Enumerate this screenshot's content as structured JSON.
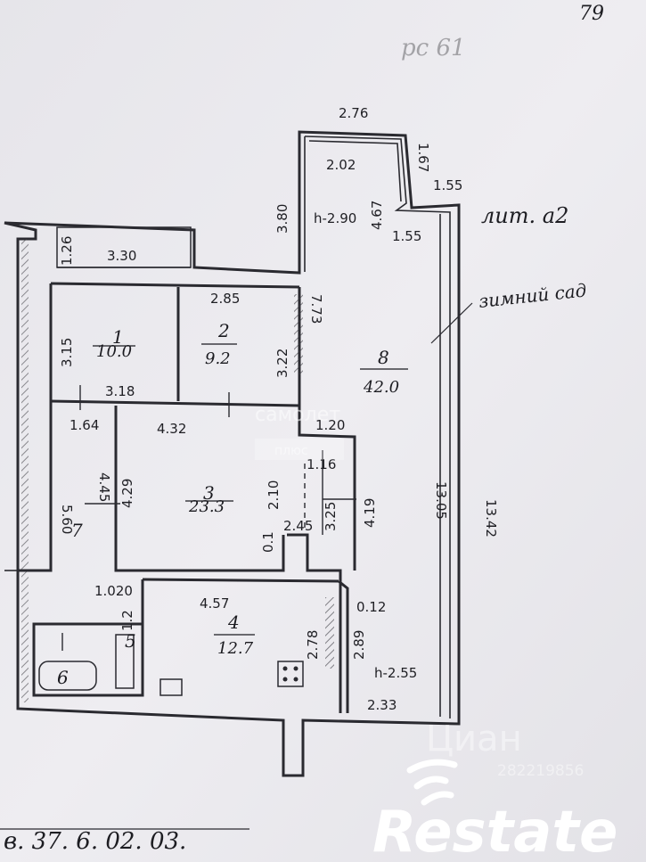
{
  "corner_note": "79",
  "top_note": "pc 61",
  "building_label": "лит. а2",
  "garden_label": "зимний сад",
  "rooms": [
    {
      "number": "1",
      "area": "10.0"
    },
    {
      "number": "2",
      "area": "9.2"
    },
    {
      "number": "3",
      "area": "23.3"
    },
    {
      "number": "4",
      "area": "12.7"
    },
    {
      "number": "5",
      "area": ""
    },
    {
      "number": "6",
      "area": ""
    },
    {
      "number": "7",
      "area": ""
    },
    {
      "number": "8",
      "area": "42.0"
    }
  ],
  "dimensions": [
    "2.76",
    "2.02",
    "1.67",
    "1.55",
    "3.80",
    "h-2.90",
    "4.67",
    "1.55",
    "1.26",
    "3.30",
    "2.85",
    "7.73",
    "3.15",
    "3.22",
    "3.18",
    "1.64",
    "4.32",
    "1.20",
    "4.45",
    "1.16",
    "5.60",
    "2.10",
    "4.29",
    "3.25",
    "4.19",
    "0.1",
    "2.45",
    "13.05",
    "13.42",
    "1.020",
    "4.57",
    "0.12",
    "1.2",
    "2.78",
    "2.89",
    "h-2.55",
    "2.33"
  ],
  "footer_text": "в. 37.   6. 02. 03.",
  "watermarks": {
    "samolet": "самолет",
    "samolet_sub": "плюс",
    "cian": "Циан",
    "cian_id": "282219856",
    "brand": "Restate"
  }
}
